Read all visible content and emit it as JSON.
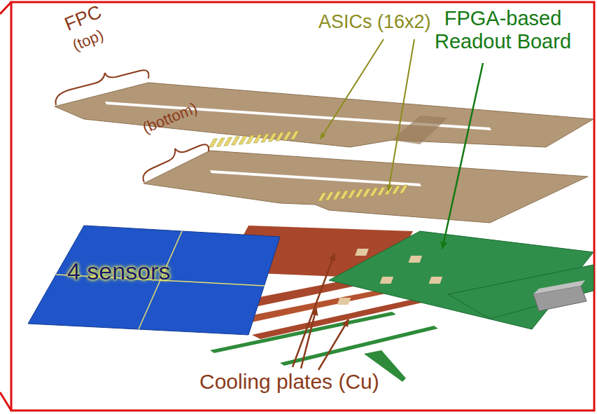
{
  "diagram": {
    "nodes": [
      {
        "text": [
          "4 sensors"
        ]
      }
    ],
    "labels": [
      "FPC",
      "(top)",
      "(bottom)",
      "ASICs (16x2)",
      "FPGA-based Readout Board",
      "Cooling plates (Cu)"
    ]
  }
}
